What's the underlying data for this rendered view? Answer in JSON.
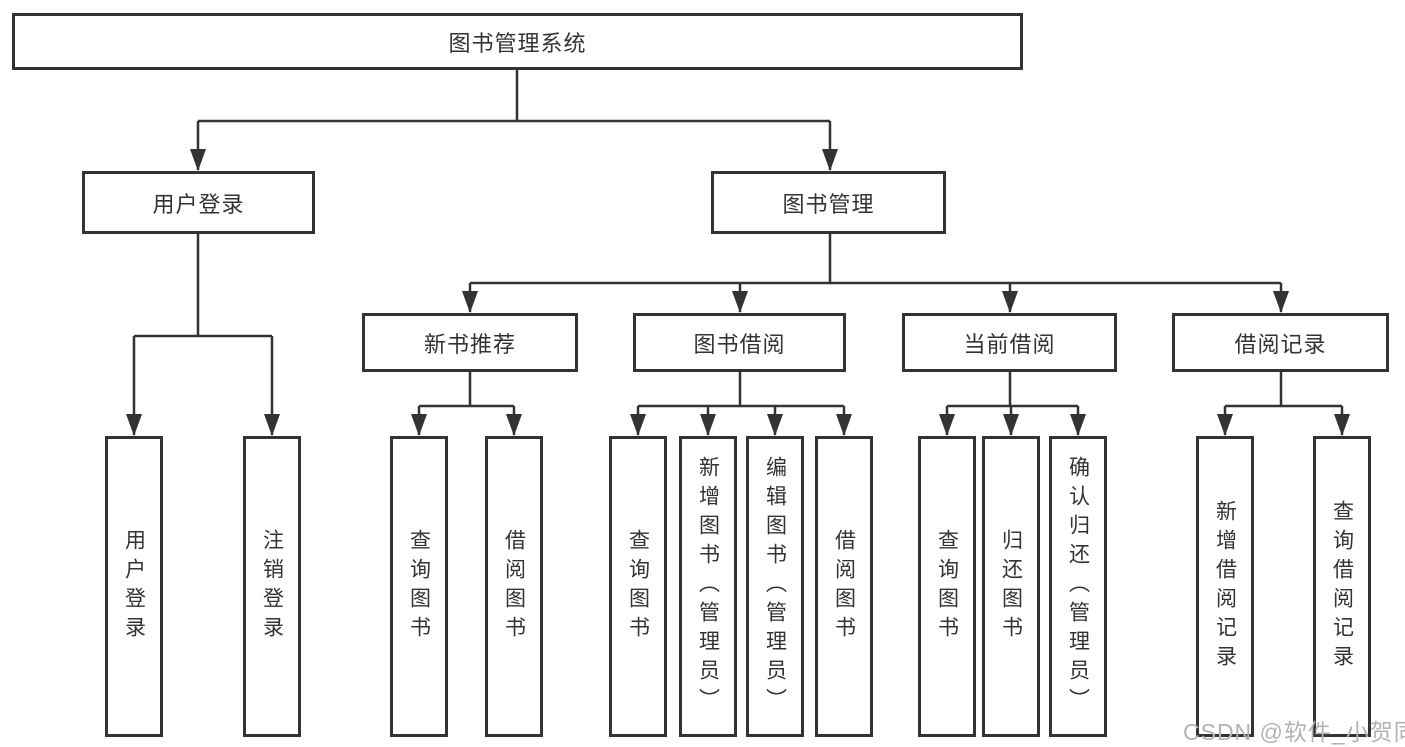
{
  "title": "图书管理系统",
  "nodes": {
    "userLogin": "用户登录",
    "bookMgmt": "图书管理",
    "newBook": "新书推荐",
    "bookBorrow": "图书借阅",
    "currentBorrow": "当前借阅",
    "borrowRecord": "借阅记录"
  },
  "leaves": {
    "user": [
      "用户登录",
      "注销登录"
    ],
    "newBook": [
      "查询图书",
      "借阅图书"
    ],
    "borrow": [
      "查询图书",
      "新增图书（管理员）",
      "编辑图书（管理员）",
      "借阅图书"
    ],
    "current": [
      "查询图书",
      "归还图书",
      "确认归还（管理员）"
    ],
    "record": [
      "新增借阅记录",
      "查询借阅记录"
    ]
  },
  "watermark": "CSDN @软件_小贺同学",
  "colors": {
    "line": "#333333",
    "text": "#333333",
    "watermark": "#b3b3b3",
    "background": "#ffffff"
  }
}
